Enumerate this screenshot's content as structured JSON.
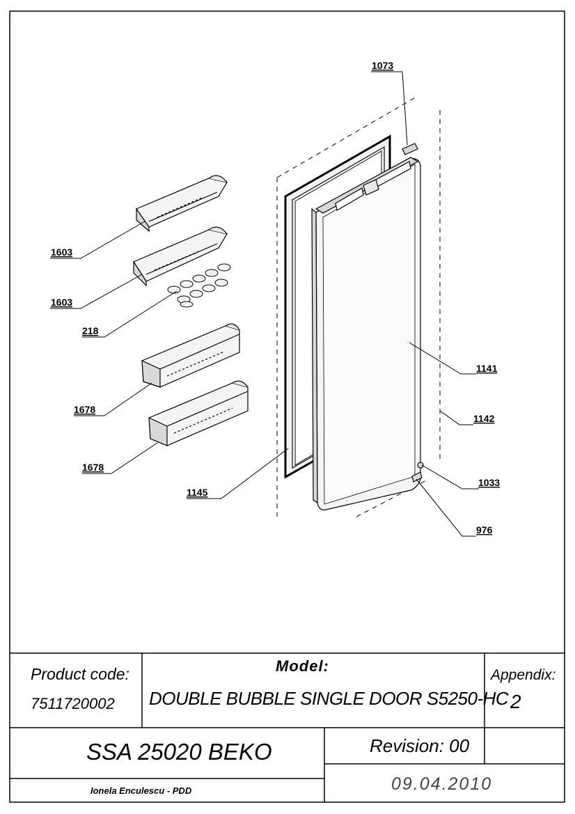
{
  "callouts": {
    "c1073": "1073",
    "c1603a": "1603",
    "c1603b": "1603",
    "c218": "218",
    "c1141": "1141",
    "c1142": "1142",
    "c1678a": "1678",
    "c1678b": "1678",
    "c1033": "1033",
    "c1145": "1145",
    "c976": "976"
  },
  "title_block": {
    "product_code_label": "Product code:",
    "product_code_value": "7511720002",
    "model_label": "Model:",
    "model_value": "DOUBLE BUBBLE SINGLE DOOR S5250-HC",
    "appendix_label": "Appendix:",
    "appendix_value": "2",
    "product_name": "SSA 25020 BEKO",
    "revision": "Revision: 00",
    "author": "Ionela Enculescu - PDD",
    "date": "09.04.2010"
  },
  "colors": {
    "line": "#000000",
    "part_fill": "#f4f4f4",
    "part_shade": "#d8d8d8"
  }
}
